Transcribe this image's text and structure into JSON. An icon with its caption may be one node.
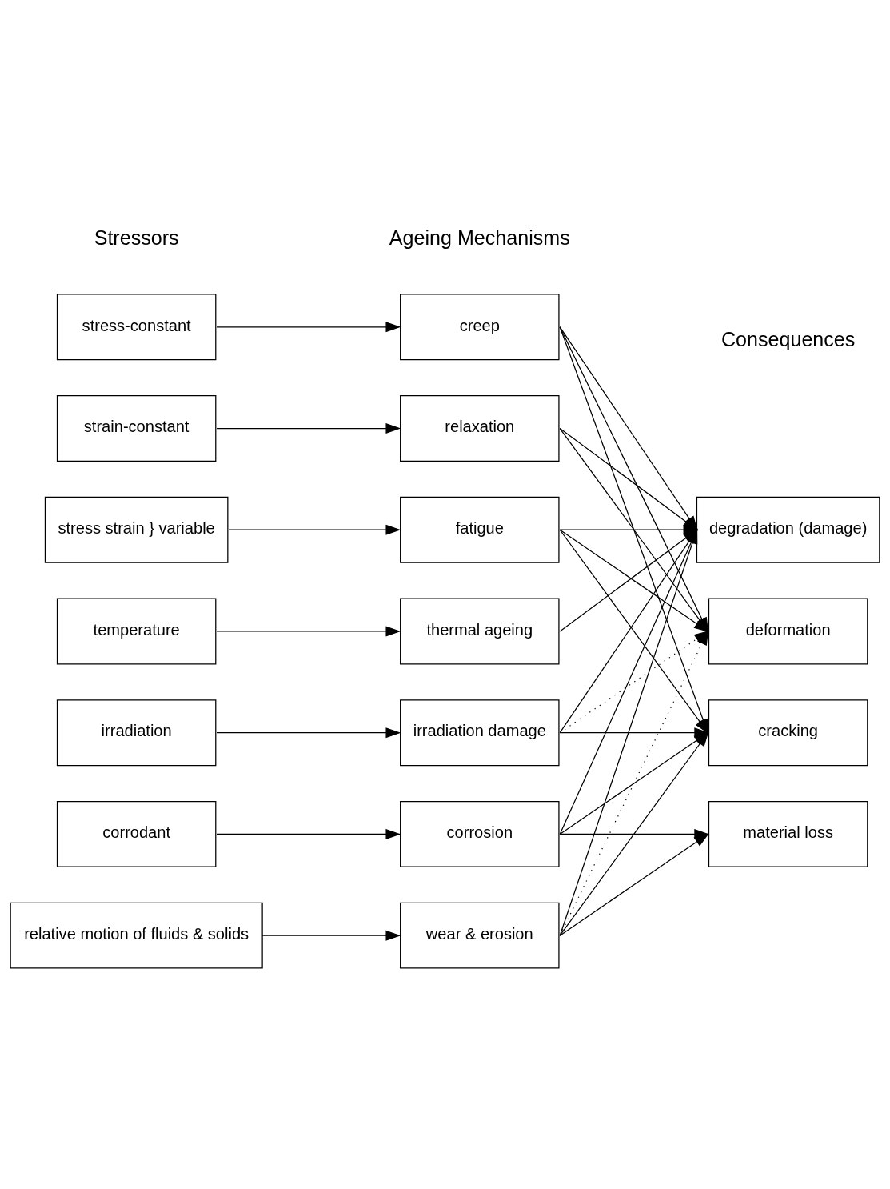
{
  "diagram": {
    "nodes": [
      {
        "text": [
          "stress-constant"
        ]
      },
      {
        "text": [
          "strain-constant"
        ]
      },
      {
        "text": [
          "stress strain } variable"
        ]
      },
      {
        "text": [
          "temperature"
        ]
      },
      {
        "text": [
          "irradiation"
        ]
      },
      {
        "text": [
          "corrodant"
        ]
      },
      {
        "text": [
          "relative motion of fluids & solids"
        ]
      },
      {
        "text": [
          "creep"
        ]
      },
      {
        "text": [
          "relaxation"
        ]
      },
      {
        "text": [
          "fatigue"
        ]
      },
      {
        "text": [
          "thermal ageing"
        ]
      },
      {
        "text": [
          "irradiation damage"
        ]
      },
      {
        "text": [
          "corrosion"
        ]
      },
      {
        "text": [
          "wear & erosion"
        ]
      },
      {
        "text": [
          "degradation (damage)"
        ]
      },
      {
        "text": [
          "deformation"
        ]
      },
      {
        "text": [
          "cracking"
        ]
      },
      {
        "text": [
          "material loss"
        ]
      }
    ],
    "edges": [
      {
        "from": 0,
        "to": 7,
        "arrow": "to"
      },
      {
        "from": 1,
        "to": 8,
        "arrow": "to"
      },
      {
        "from": 2,
        "to": 9,
        "arrow": "to"
      },
      {
        "from": 3,
        "to": 10,
        "arrow": "to"
      },
      {
        "from": 4,
        "to": 11,
        "arrow": "to"
      },
      {
        "from": 5,
        "to": 12,
        "arrow": "to"
      },
      {
        "from": 6,
        "to": 13,
        "arrow": "to"
      },
      {
        "from": 7,
        "to": 14,
        "arrow": "to"
      },
      {
        "from": 7,
        "to": 15,
        "arrow": "to"
      },
      {
        "from": 7,
        "to": 16,
        "arrow": "to"
      },
      {
        "from": 8,
        "to": 14,
        "arrow": "to"
      },
      {
        "from": 8,
        "to": 15,
        "arrow": "to"
      },
      {
        "from": 9,
        "to": 14,
        "arrow": "to"
      },
      {
        "from": 9,
        "to": 15,
        "arrow": "to"
      },
      {
        "from": 9,
        "to": 16,
        "arrow": "to"
      },
      {
        "from": 10,
        "to": 14,
        "arrow": "to"
      },
      {
        "from": 11,
        "to": 14,
        "arrow": "to"
      },
      {
        "from": 11,
        "to": 15,
        "arrow": "to",
        "style": "dashed"
      },
      {
        "from": 11,
        "to": 16,
        "arrow": "to"
      },
      {
        "from": 12,
        "to": 14,
        "arrow": "to"
      },
      {
        "from": 12,
        "to": 16,
        "arrow": "to"
      },
      {
        "from": 12,
        "to": 17,
        "arrow": "to"
      },
      {
        "from": 13,
        "to": 14,
        "arrow": "to"
      },
      {
        "from": 13,
        "to": 15,
        "arrow": "to",
        "style": "dashed"
      },
      {
        "from": 13,
        "to": 16,
        "arrow": "to"
      },
      {
        "from": 13,
        "to": 17,
        "arrow": "to"
      }
    ],
    "labels": [
      "Stressors",
      "Ageing Mechanisms",
      "Consequences"
    ]
  }
}
